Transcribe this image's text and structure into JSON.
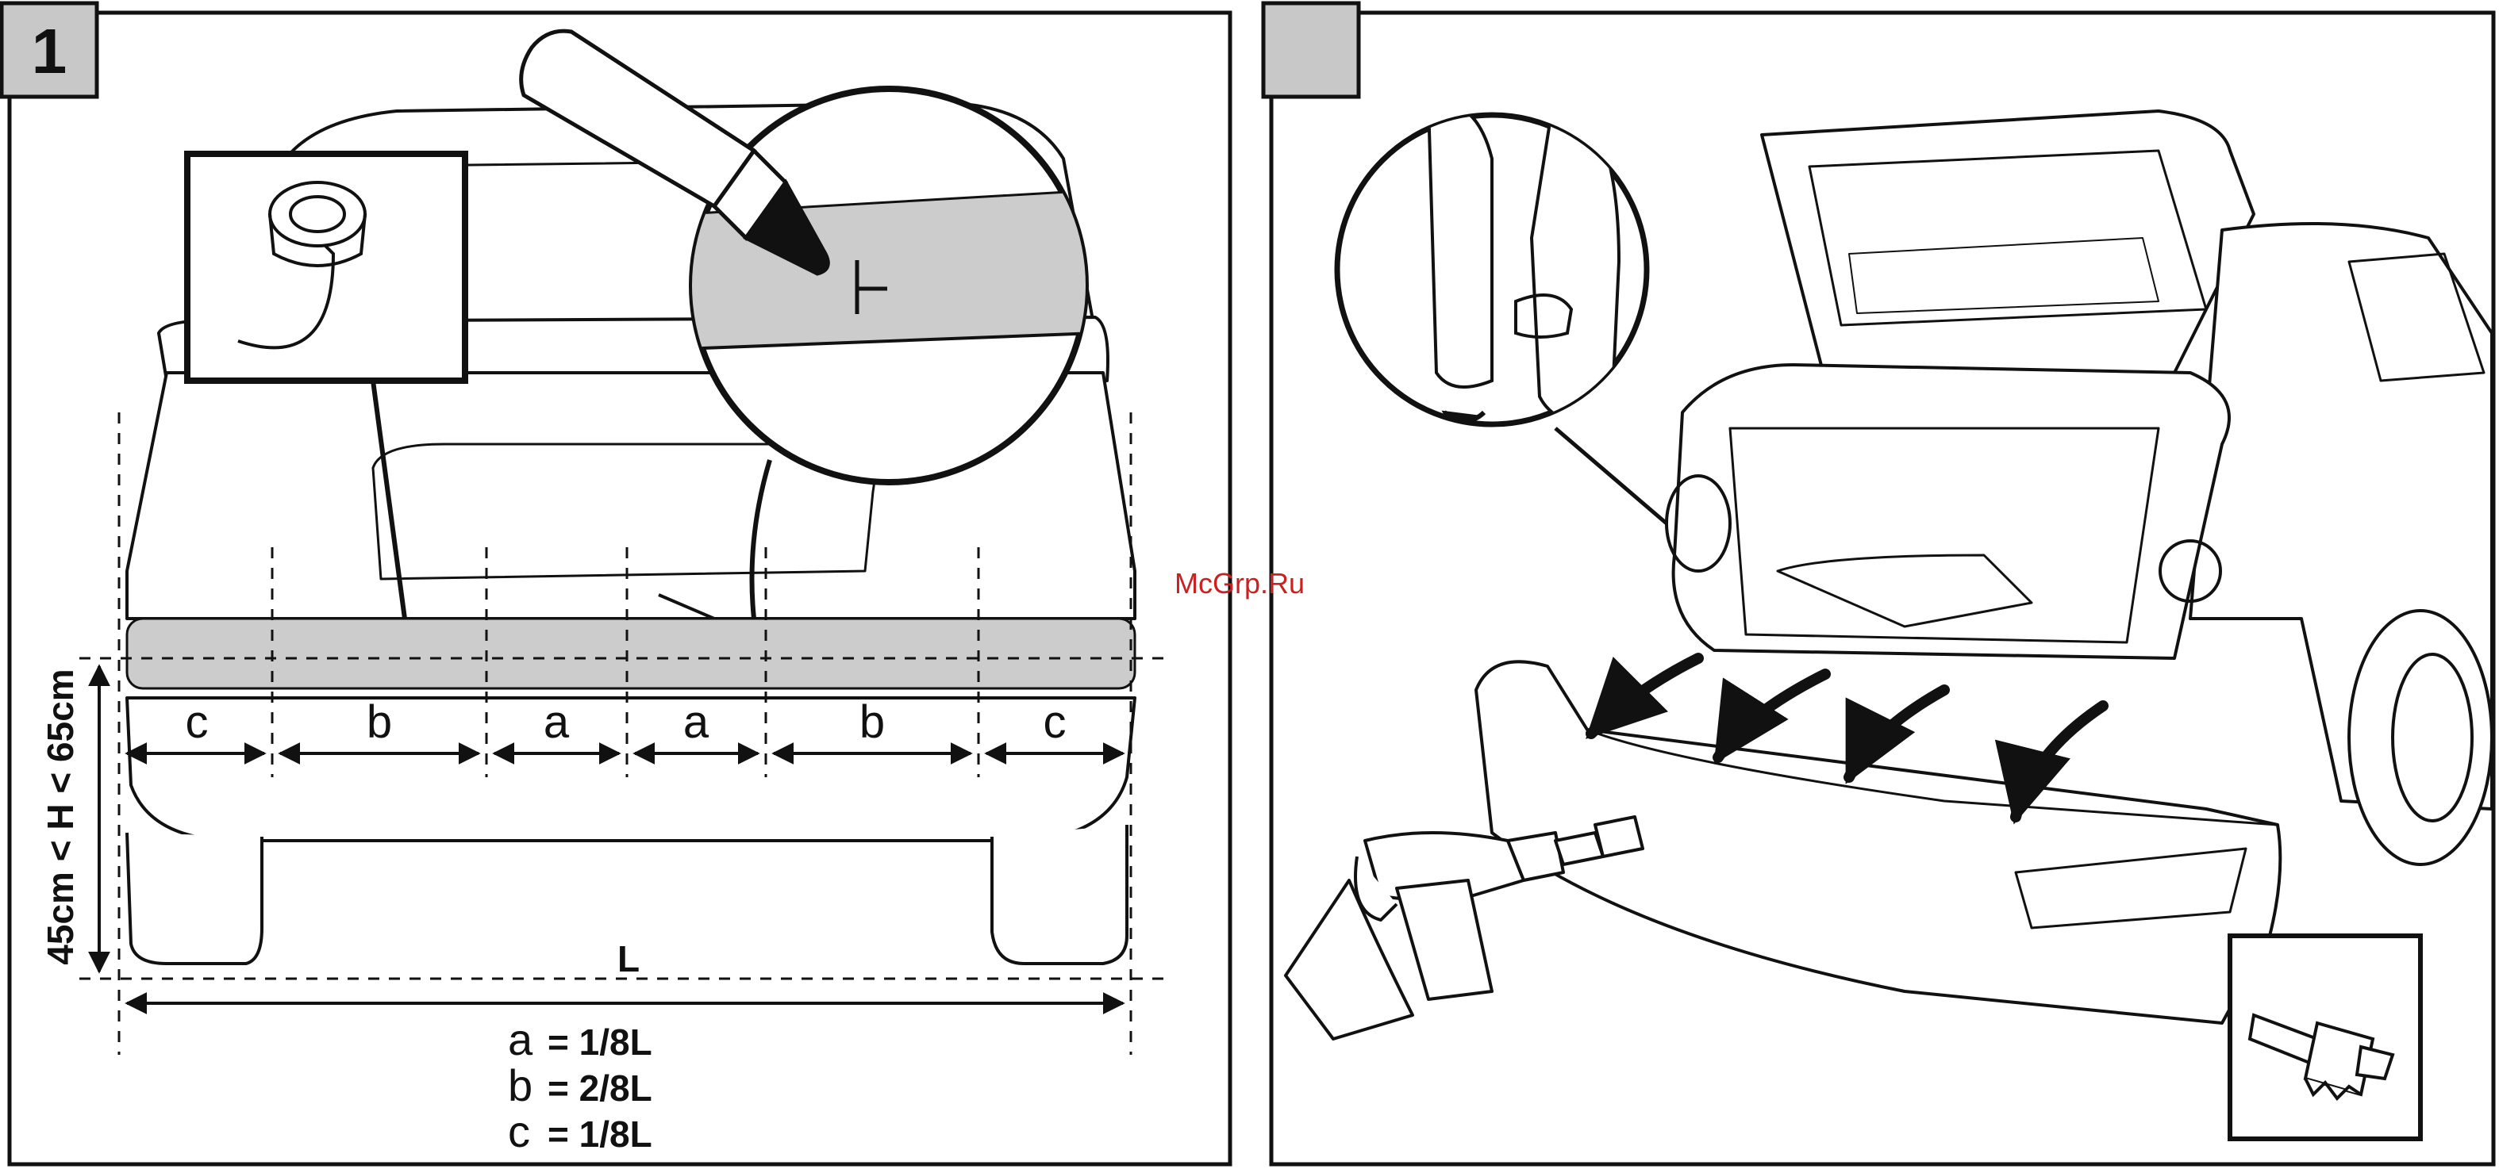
{
  "panel_left": {
    "step_number": "1",
    "segments": [
      "c",
      "b",
      "a",
      "a",
      "b",
      "c"
    ],
    "height_label": "45cm < H < 65cm",
    "width_label": "L",
    "formulas": [
      {
        "var": "a",
        "expr": "= 1/8L"
      },
      {
        "var": "b",
        "expr": "= 2/8L"
      },
      {
        "var": "c",
        "expr": "= 1/8L"
      }
    ]
  },
  "panel_right": {
    "step_number": ""
  },
  "watermark": "McGrp.Ru",
  "colors": {
    "line": "#111111",
    "tape": "#cccccc",
    "badge": "#c8c8c8",
    "watermark": "#cc1f1f"
  },
  "icons": {
    "marker": "marker-pen-icon",
    "tape": "tape-roll-icon",
    "drill": "drill-icon",
    "hole_saw": "hole-saw-icon"
  }
}
